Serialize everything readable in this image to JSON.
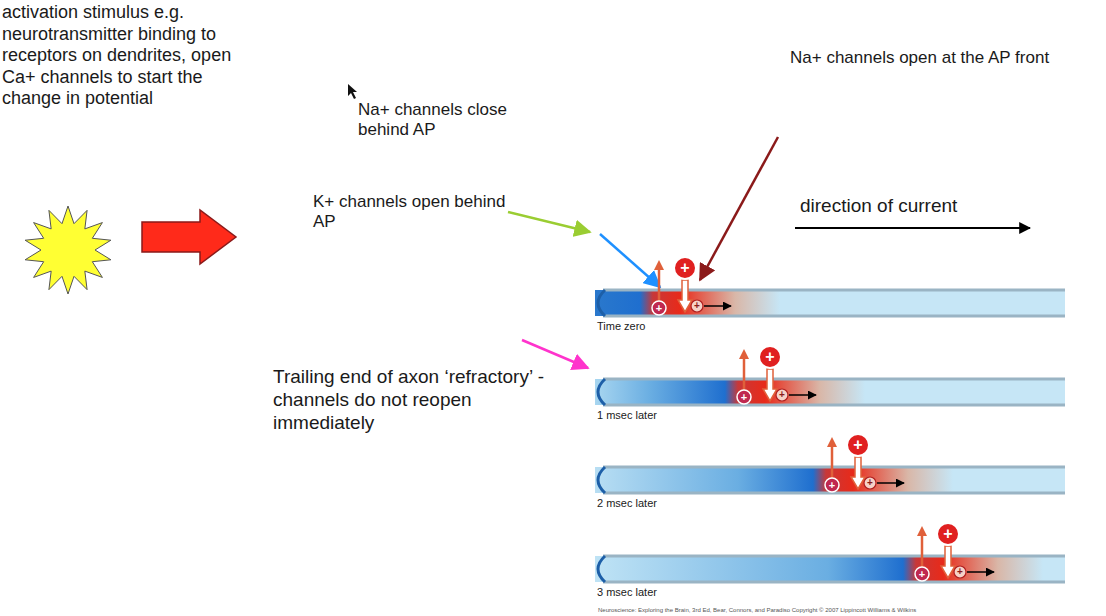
{
  "diagram": {
    "labels": [
      "activation stimulus e.g. neurotransmitter binding to receptors on dendrites, open Ca+ channels to start the change in potential",
      "Na+ channels close behind AP",
      "Na+ channels open at the AP front",
      "K+ channels open behind AP",
      "direction of current",
      "Time zero",
      "Trailing end of axon ‘refractory’ - channels do not reopen immediately",
      "1 msec later",
      "2 msec later",
      "3 msec later",
      "Neuroscience: Exploring the Brain, 3rd Ed, Bear, Connors, and Paradiso Copyright © 2007 Lippincott Williams & Wilkins",
      "+",
      "+",
      "+",
      "+",
      "+",
      "+",
      "+",
      "+",
      "+",
      "+",
      "+",
      "+"
    ]
  }
}
